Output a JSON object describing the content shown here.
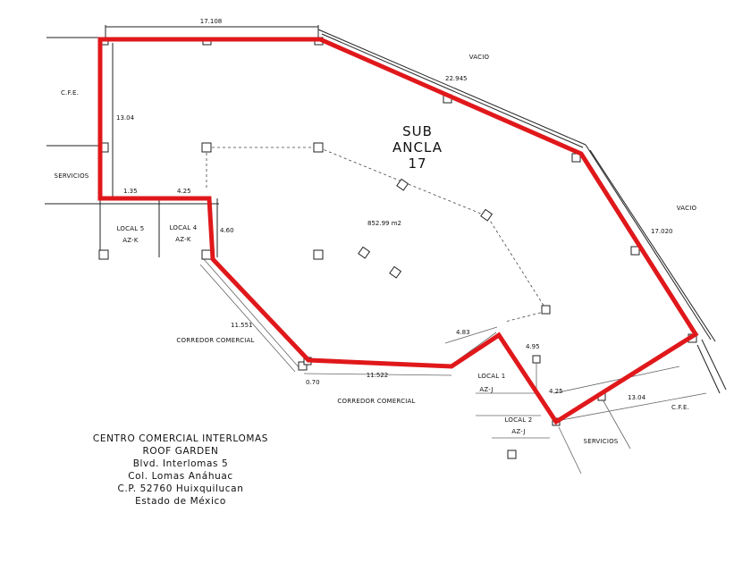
{
  "colors": {
    "outline": "#e0181b",
    "lines": "#222222",
    "background": "#ffffff"
  },
  "plan": {
    "unit_name_line1": "SUB",
    "unit_name_line2": "ANCLA",
    "unit_number": "17",
    "area": "852.99 m2",
    "labels": {
      "cfe_left": "C.F.E.",
      "servicios_left": "SERVICIOS",
      "vacio_top": "VACIO",
      "vacio_right": "VACIO",
      "local5": "LOCAL 5",
      "local5_code": "AZ-K",
      "local4": "LOCAL 4",
      "local4_code": "AZ-K",
      "corredor1": "CORREDOR COMERCIAL",
      "corredor2": "CORREDOR COMERCIAL",
      "local1": "LOCAL 1",
      "local1_code": "AZ-J",
      "local2": "LOCAL 2",
      "local2_code": "AZ-J",
      "servicios_bottom": "SERVICIOS",
      "cfe_right": "C.F.E."
    },
    "dimensions": {
      "top": "17.108",
      "left_side": "13.04",
      "diagonal_top": "22.945",
      "right_side": "17.020",
      "bottom_left_a": "1.35",
      "bottom_left_b": "4.25",
      "notch_height": "4.60",
      "diagonal_lower": "11.551",
      "small_gap": "0.70",
      "bottom": "11.522",
      "step_width": "4.83",
      "step_height": "4.95",
      "step_lower": "4.25",
      "bottom_right": "13.04"
    }
  },
  "address": {
    "line1": "CENTRO COMERCIAL INTERLOMAS",
    "line2": "ROOF GARDEN",
    "line3": "Blvd. Interlomas 5",
    "line4": "Col. Lomas Anáhuac",
    "line5": "C.P. 52760 Huixquilucan",
    "line6": "Estado de México"
  }
}
